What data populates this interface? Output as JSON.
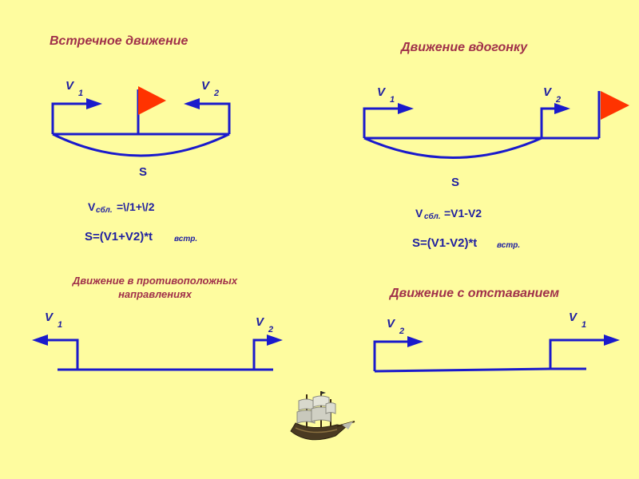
{
  "sections": {
    "head_on": {
      "title": "Встречное движение",
      "v1": "V",
      "v1_sub": "1",
      "v2": "V",
      "v2_sub": "2",
      "distance": "S",
      "f1_v": "V",
      "f1_sub": "сбл.",
      "f1_rest": "=\\/1+\\/2",
      "f2_main": "S=(V1+V2)*t",
      "f2_sub": "встр."
    },
    "pursuit": {
      "title": "Движение вдогонку",
      "v1": "V",
      "v1_sub": "1",
      "v2": "V",
      "v2_sub": "2",
      "distance": "S",
      "f1_v": "V",
      "f1_sub": "сбл.",
      "f1_rest": "=V1-V2",
      "f2_main": "S=(V1-V2)*t",
      "f2_sub": "встр."
    },
    "opposite": {
      "title_line1": "Движение в противоположных",
      "title_line2": "направлениях",
      "v1": "V",
      "v1_sub": "1",
      "v2": "V",
      "v2_sub": "2"
    },
    "lagging": {
      "title": "Движение с отставанием",
      "v1": "V",
      "v1_sub": "1",
      "v2": "V",
      "v2_sub": "2"
    }
  },
  "colors": {
    "background": "#fefc9f",
    "line": "#1a1acc",
    "title": "#a0304a",
    "label": "#2020a0",
    "flag": "#ff3300"
  }
}
